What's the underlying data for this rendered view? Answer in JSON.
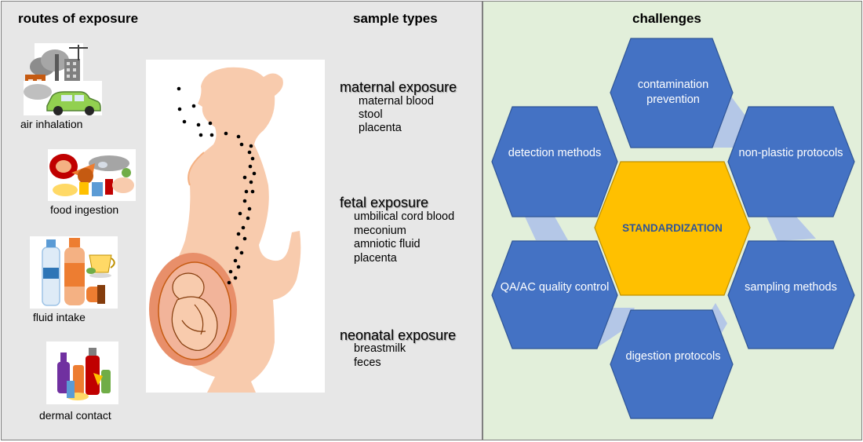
{
  "routes": {
    "heading": "routes of exposure",
    "items": [
      {
        "label": "air inhalation",
        "icon": "factory-car-icon"
      },
      {
        "label": "food ingestion",
        "icon": "food-icon"
      },
      {
        "label": "fluid intake",
        "icon": "drinks-icon"
      },
      {
        "label": "dermal contact",
        "icon": "cosmetics-icon"
      }
    ]
  },
  "illustration": {
    "icon": "pregnant-woman-microplastics-icon"
  },
  "samples": {
    "heading": "sample types",
    "groups": [
      {
        "title": "maternal exposure",
        "items": [
          "maternal blood",
          "stool",
          "placenta"
        ]
      },
      {
        "title": "fetal exposure",
        "items": [
          "umbilical cord blood",
          "meconium",
          "amniotic fluid",
          "placenta"
        ]
      },
      {
        "title": "neonatal exposure",
        "items": [
          "breastmilk",
          "feces"
        ]
      }
    ]
  },
  "challenges": {
    "heading": "challenges",
    "center": "STANDARDIZATION",
    "items": [
      "contamination prevention",
      "non-plastic protocols",
      "sampling methods",
      "digestion protocols",
      "QA/AC quality control",
      "detection methods"
    ]
  },
  "colors": {
    "left_bg": "#e7e7e7",
    "right_bg": "#e2efda",
    "hex_blue": "#4472c4",
    "hex_border": "#2f5597",
    "center_fill": "#ffc000",
    "connector": "#b4c7e7",
    "body_color": "#f8cbad"
  }
}
